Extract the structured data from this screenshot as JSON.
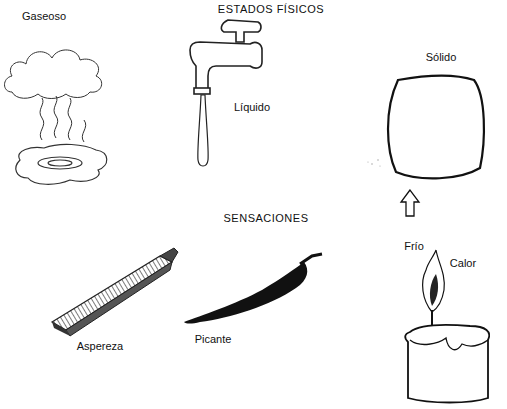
{
  "diagram": {
    "title": "ESTADOS FÍSICOS",
    "labels": [
      "Gaseoso",
      "Líquido",
      "Sólido",
      "SENSACIONES",
      "Frío",
      "Calor",
      "Aspereza",
      "Picante"
    ]
  }
}
